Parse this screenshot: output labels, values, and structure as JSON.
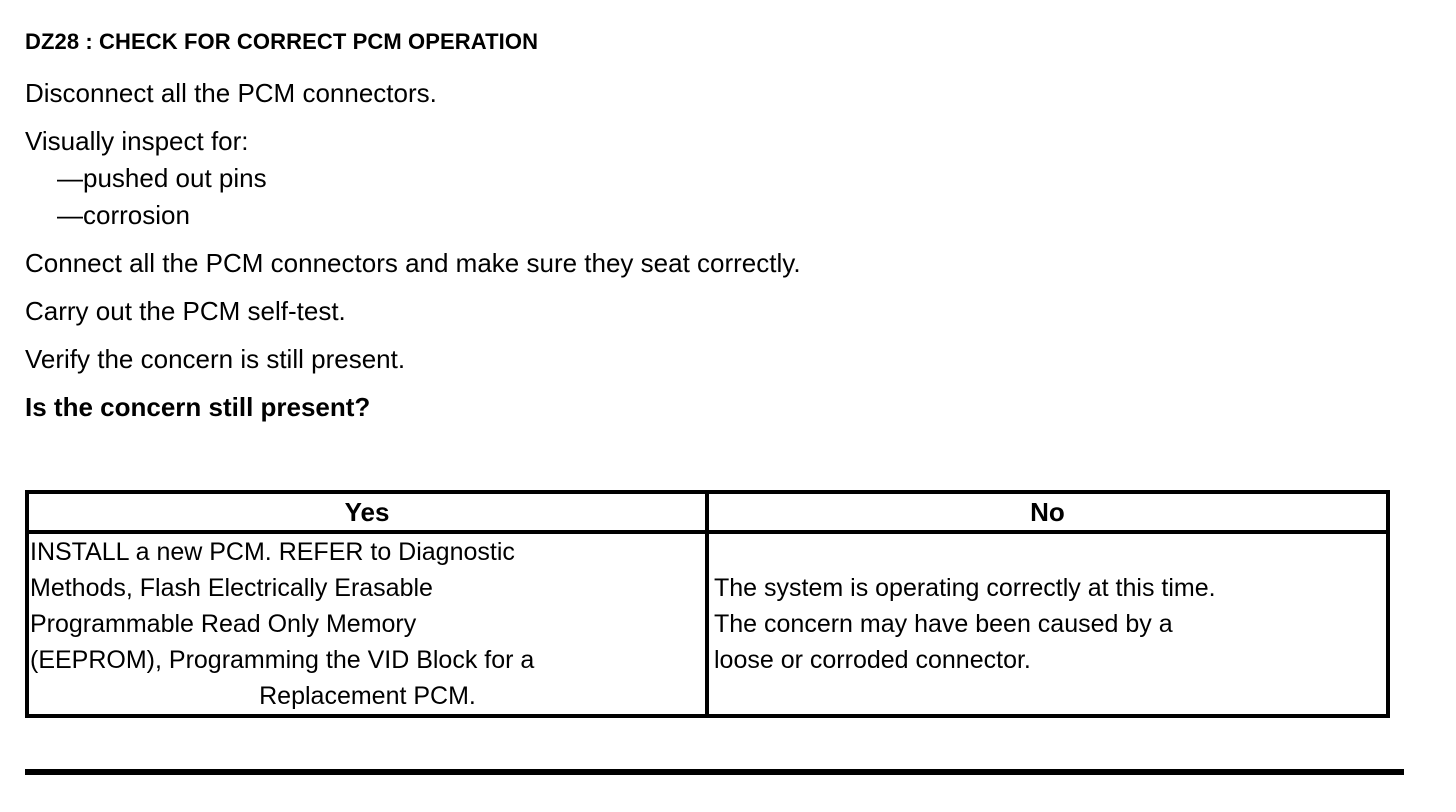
{
  "document": {
    "step_title": "DZ28 : CHECK FOR CORRECT PCM OPERATION",
    "instructions": [
      "Disconnect all the PCM connectors.",
      "Visually inspect for:",
      "—pushed out pins",
      "—corrosion",
      "Connect all the PCM connectors and make sure they seat correctly.",
      "Carry out the PCM self-test.",
      "Verify the concern is still present.",
      "Is the concern still present?"
    ]
  },
  "decision_table": {
    "headers": {
      "yes": "Yes",
      "no": "No"
    },
    "yes_cell": {
      "lines": [
        "INSTALL a new PCM. REFER to Diagnostic",
        "Methods, Flash Electrically Erasable",
        "Programmable Read Only Memory",
        "(EEPROM), Programming the VID Block for a",
        "Replacement PCM."
      ]
    },
    "no_cell": {
      "lines": [
        "The system is operating correctly at this time.",
        "The concern may have been caused by a",
        "loose or corroded connector."
      ]
    }
  },
  "colors": {
    "text": "#000000",
    "background": "#ffffff",
    "rule": "#000000"
  }
}
